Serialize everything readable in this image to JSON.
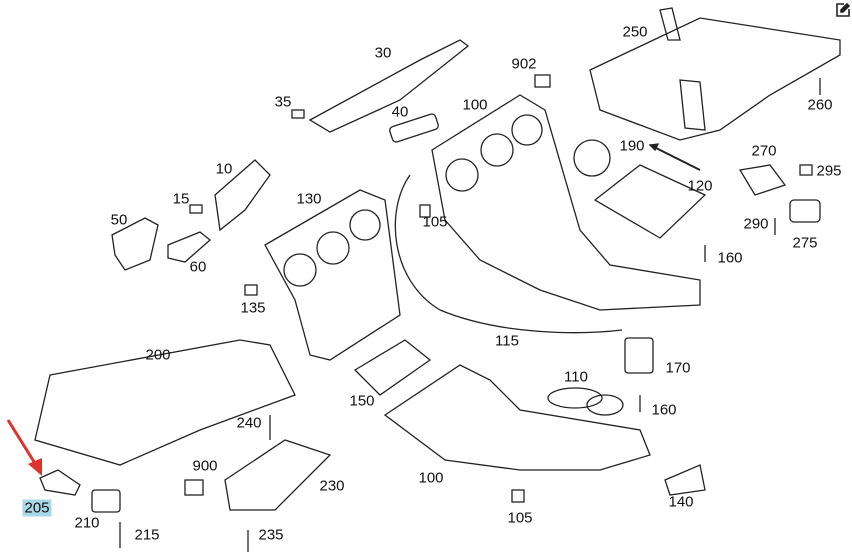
{
  "diagram": {
    "callouts": [
      {
        "id": "c250",
        "text": "250"
      },
      {
        "id": "c30",
        "text": "30"
      },
      {
        "id": "c902",
        "text": "902"
      },
      {
        "id": "c35",
        "text": "35"
      },
      {
        "id": "c40",
        "text": "40"
      },
      {
        "id": "c100a",
        "text": "100"
      },
      {
        "id": "c260",
        "text": "260"
      },
      {
        "id": "c190",
        "text": "190"
      },
      {
        "id": "c270",
        "text": "270"
      },
      {
        "id": "c10",
        "text": "10"
      },
      {
        "id": "c295",
        "text": "295"
      },
      {
        "id": "c120",
        "text": "120"
      },
      {
        "id": "c15",
        "text": "15"
      },
      {
        "id": "c130",
        "text": "130"
      },
      {
        "id": "c105a",
        "text": "105"
      },
      {
        "id": "c290",
        "text": "290"
      },
      {
        "id": "c50",
        "text": "50"
      },
      {
        "id": "c275",
        "text": "275"
      },
      {
        "id": "c60",
        "text": "60"
      },
      {
        "id": "c160a",
        "text": "160"
      },
      {
        "id": "c135",
        "text": "135"
      },
      {
        "id": "c115",
        "text": "115"
      },
      {
        "id": "c200",
        "text": "200"
      },
      {
        "id": "c170",
        "text": "170"
      },
      {
        "id": "c110",
        "text": "110"
      },
      {
        "id": "c150",
        "text": "150"
      },
      {
        "id": "c160b",
        "text": "160"
      },
      {
        "id": "c240",
        "text": "240"
      },
      {
        "id": "c900",
        "text": "900"
      },
      {
        "id": "c100b",
        "text": "100"
      },
      {
        "id": "c230",
        "text": "230"
      },
      {
        "id": "c140",
        "text": "140"
      },
      {
        "id": "c205",
        "text": "205"
      },
      {
        "id": "c210",
        "text": "210"
      },
      {
        "id": "c215",
        "text": "215"
      },
      {
        "id": "c105b",
        "text": "105"
      },
      {
        "id": "c235",
        "text": "235"
      }
    ],
    "highlighted_part": "205",
    "arrow_color": "#e0322b",
    "highlight_color": "#a8d8e8",
    "icons": {
      "edit": "edit-icon"
    }
  }
}
